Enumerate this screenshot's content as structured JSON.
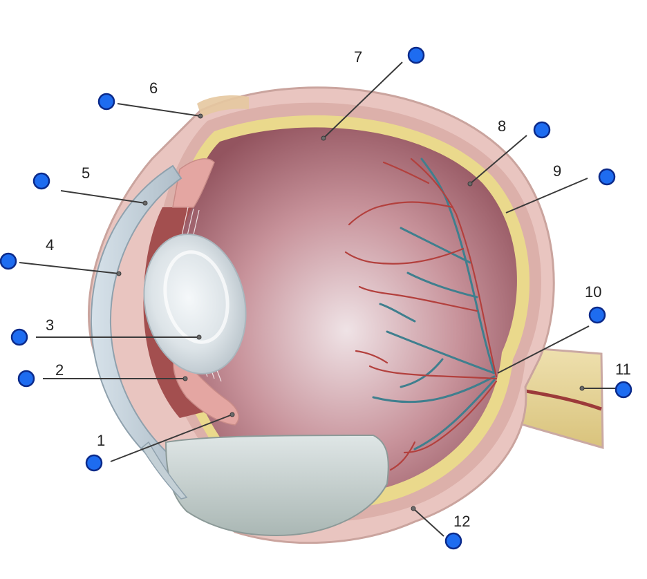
{
  "diagram": {
    "labels": [
      {
        "num": "1"
      },
      {
        "num": "2"
      },
      {
        "num": "3"
      },
      {
        "num": "4"
      },
      {
        "num": "5"
      },
      {
        "num": "6"
      },
      {
        "num": "7"
      },
      {
        "num": "8"
      },
      {
        "num": "9"
      },
      {
        "num": "10"
      },
      {
        "num": "11"
      },
      {
        "num": "12"
      }
    ],
    "colors": {
      "marker": "#1e6cf0",
      "marker_outline": "#0b2a8a",
      "vitreous": "#b97f88",
      "retina": "#e8d88a",
      "sclera": "#e6c2be",
      "cornea": "#c9d6de",
      "lens": "#dfe6ea",
      "artery": "#b3403d",
      "vein": "#3f7f8e"
    }
  }
}
